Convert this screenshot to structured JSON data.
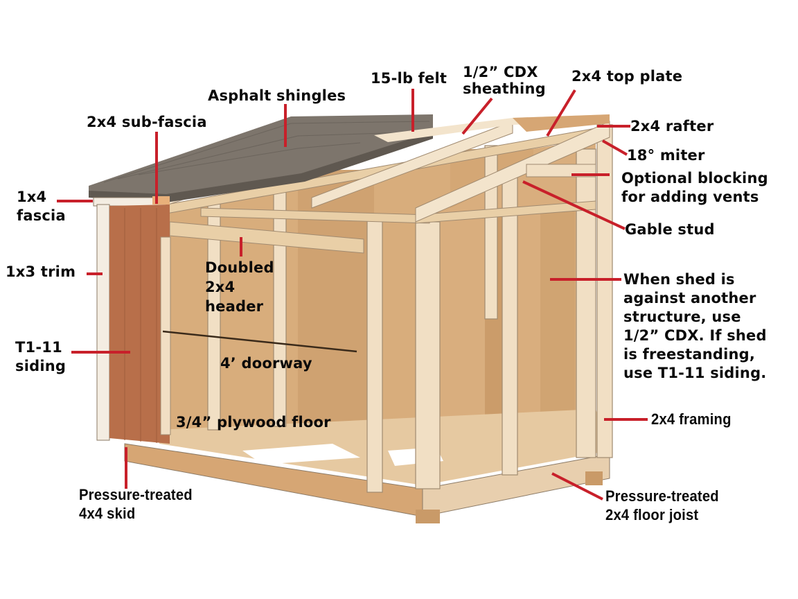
{
  "diagram": {
    "subject": "Lean-to shed framing cutaway",
    "colors": {
      "background": "#ffffff",
      "leader_line": "#c8202a",
      "label_text": "#0a0a0a",
      "roof_shingles": "#7d756c",
      "roof_edge": "#5f5850",
      "framing_light": "#f1dfc4",
      "sheathing": "#d8ad7c",
      "sheathing_dark": "#c99a68",
      "siding": "#b86f4a",
      "trim": "#f4ede2",
      "outline": "#8b7a66"
    },
    "labels": {
      "asphalt_shingles": "Asphalt shingles",
      "felt": "15-lb felt",
      "cdx_sheathing": "1/2” CDX\nsheathing",
      "top_plate": "2x4 top plate",
      "sub_fascia": "2x4 sub-fascia",
      "rafter": "2x4 rafter",
      "miter": "18° miter",
      "blocking": "Optional blocking\nfor adding vents",
      "fascia": "1x4\nfascia",
      "gable_stud": "Gable stud",
      "trim": "1x3 trim",
      "header": "Doubled\n2x4\nheader",
      "wall_note": "When shed is\nagainst another\nstructure, use\n1/2” CDX. If shed\nis freestanding,\nuse T1-11 siding.",
      "siding": "T1-11\nsiding",
      "doorway": "4’ doorway",
      "floor": "3/4” plywood floor",
      "framing": "2x4 framing",
      "skid": "Pressure-treated\n4x4 skid",
      "floor_joist": "Pressure-treated\n2x4 floor joist"
    }
  }
}
